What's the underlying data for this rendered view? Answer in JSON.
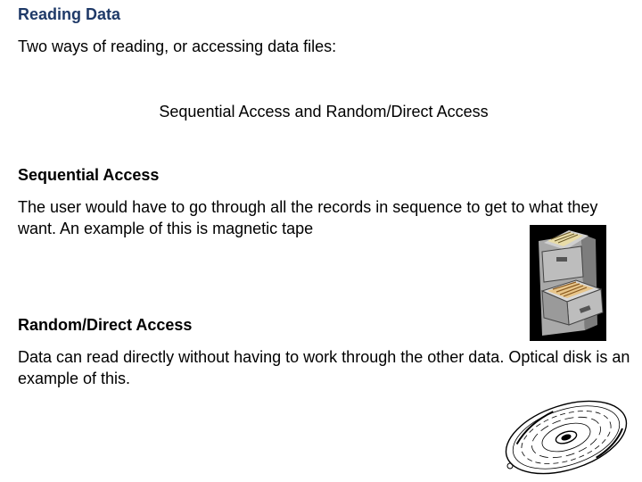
{
  "slide": {
    "title": "Reading Data",
    "intro": "Two ways of reading, or accessing data files:",
    "centered_line": "Sequential Access and Random/Direct Access"
  },
  "sections": [
    {
      "heading": "Sequential Access",
      "body": "The user would have to go through all the records in sequence to get to what they want.  An example of this is magnetic tape"
    },
    {
      "heading": "Random/Direct Access",
      "body": "Data can read directly without having to work through the other data.  Optical disk is an example of this."
    }
  ],
  "images": {
    "cabinet": "filing-cabinet-clipart",
    "disk": "optical-disk-clipart"
  }
}
